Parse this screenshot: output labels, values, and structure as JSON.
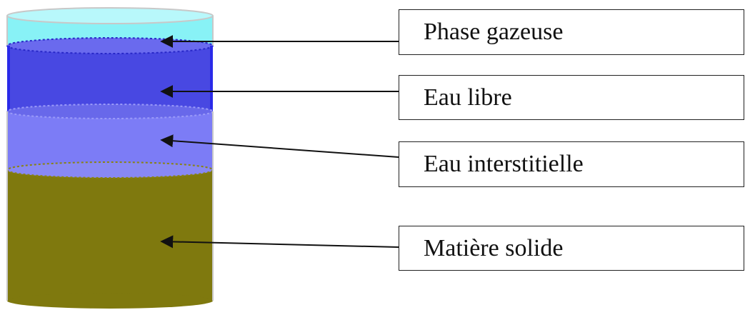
{
  "labels": {
    "gas": "Phase gazeuse",
    "free_water": "Eau libre",
    "interstitial_water": "Eau interstitielle",
    "solid": "Matière solide"
  },
  "colors": {
    "gas_phase": "#88f2f6",
    "free_water": "#4848e2",
    "interstitial_water": "#7c7cf6",
    "solid_matter": "#7f790e",
    "tube_outline": "#c8c8c8",
    "arrow": "#111111"
  }
}
